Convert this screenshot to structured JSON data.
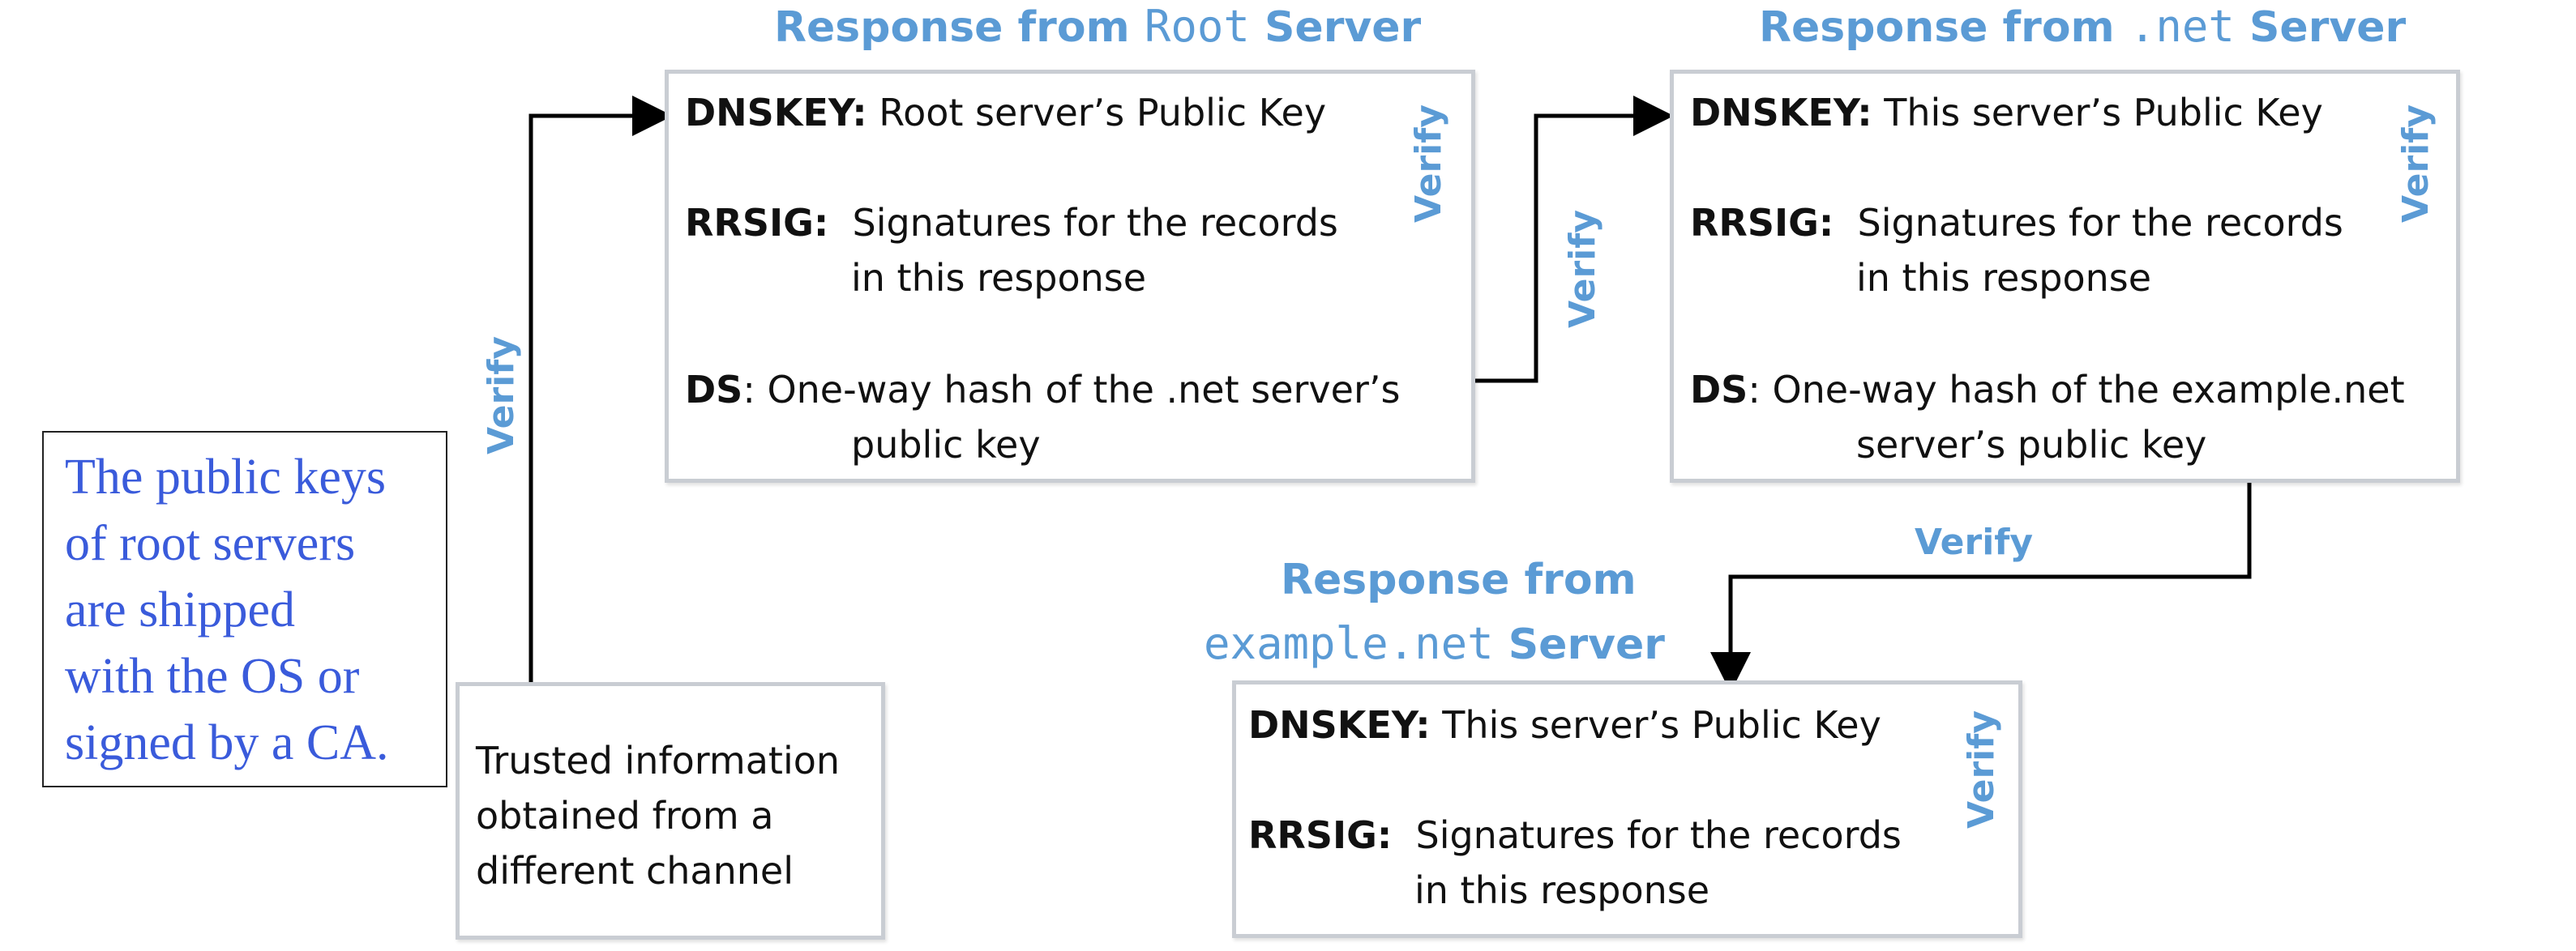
{
  "note": {
    "lines": [
      "The public keys",
      "of root servers",
      "are shipped",
      "with the OS or",
      "signed by a CA."
    ]
  },
  "trusted": {
    "lines": [
      "Trusted information",
      "obtained from a",
      "different channel"
    ]
  },
  "root": {
    "title_pre": "Response from ",
    "title_mono": "Root",
    "title_post": " Server",
    "dnskey_label": "DNSKEY:",
    "dnskey_text": " Root server’s Public Key",
    "rrsig_label": "RRSIG:",
    "rrsig_text_1": "  Signatures for the records",
    "rrsig_text_2": "in this response",
    "ds_label": "DS",
    "ds_text_1": ": One-way hash of the .net server’s",
    "ds_text_2": "public key"
  },
  "net": {
    "title_pre": "Response from ",
    "title_mono": ".net",
    "title_post": " Server",
    "dnskey_label": "DNSKEY:",
    "dnskey_text": " This server’s Public Key",
    "rrsig_label": "RRSIG:",
    "rrsig_text_1": "  Signatures for the records",
    "rrsig_text_2": "in this response",
    "ds_label": "DS",
    "ds_text_1": ": One-way hash of the example.net",
    "ds_text_2": "server’s public key"
  },
  "example": {
    "title_line1": "Response from",
    "title_mono": "example.net",
    "title_post": " Server",
    "dnskey_label": "DNSKEY:",
    "dnskey_text": " This server’s Public Key",
    "rrsig_label": "RRSIG:",
    "rrsig_text_1": "  Signatures for the records",
    "rrsig_text_2": "in this response"
  },
  "verify_label": "Verify",
  "colors": {
    "accent": "#5b9bd5",
    "note_text": "#3a5bdb",
    "box_border": "#c9cdd3",
    "arrow": "#000000"
  }
}
